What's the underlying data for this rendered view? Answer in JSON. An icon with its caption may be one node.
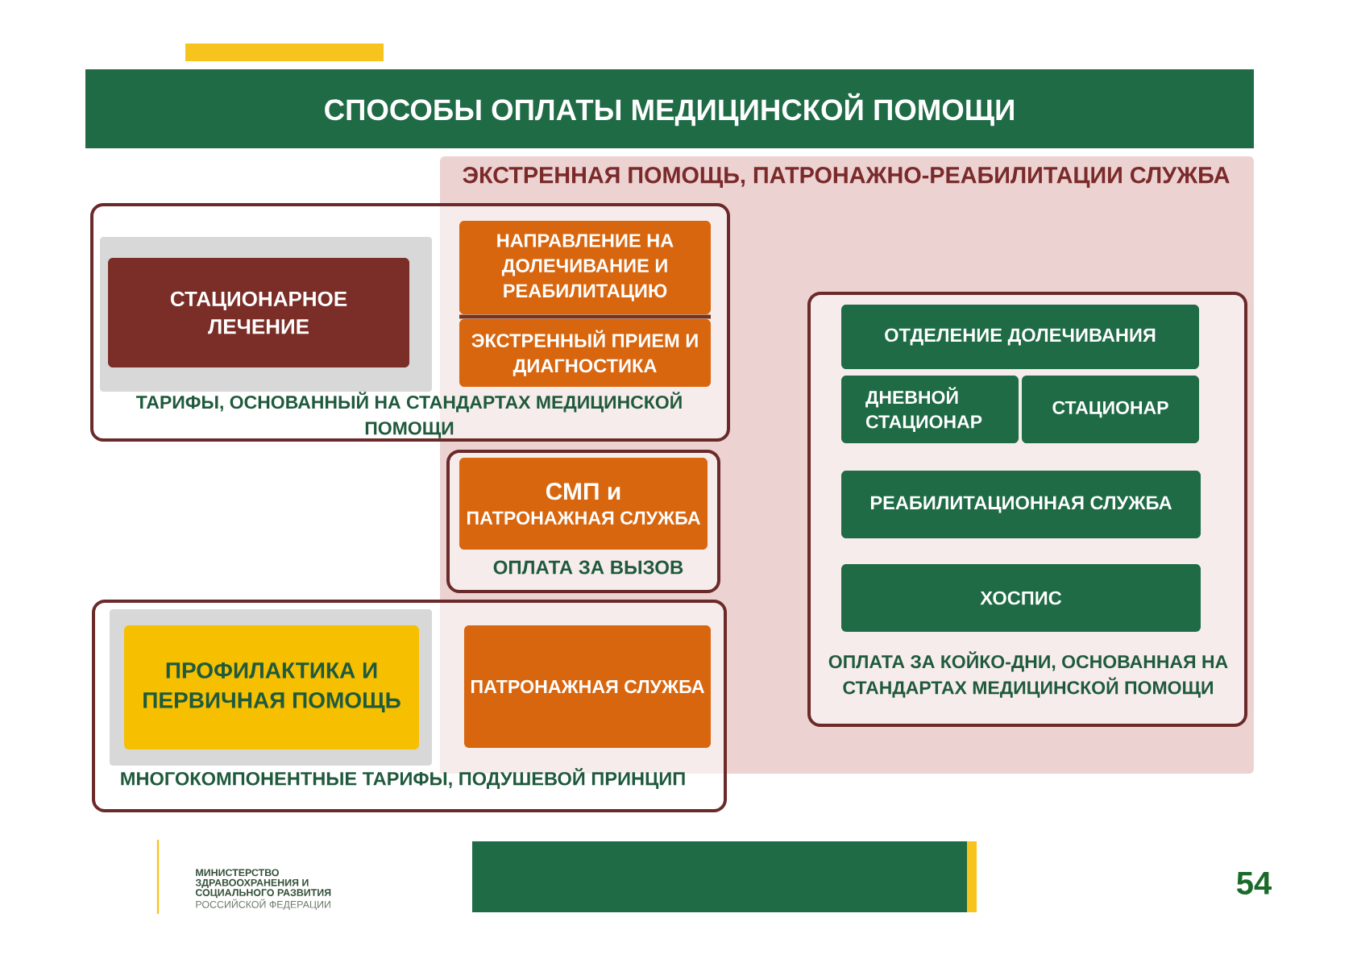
{
  "diagram": {
    "title": "СПОСОБЫ ОПЛАТЫ МЕДИЦИНСКОЙ ПОМОЩИ",
    "nodes": [
      {
        "text": [
          "ЭКСТРЕННАЯ ПОМОЩЬ, ПАТРОНАЖНО-РЕАБИЛИТАЦИИ СЛУЖБА"
        ]
      },
      {
        "text": [
          "ТАРИФЫ, ОСНОВАННЫЙ НА СТАНДАРТАХ МЕДИЦИНСКОЙ ПОМОЩИ"
        ]
      },
      {
        "text": [],
        "shape": "box",
        "in": 1
      },
      {
        "text": [
          "СТАЦИОНАРНОЕ ЛЕЧЕНИЕ"
        ],
        "in": 2
      },
      {
        "text": [
          "НАПРАВЛЕНИЕ НА ДОЛЕЧИВАНИЕ И РЕАБИЛИТАЦИЮ"
        ]
      },
      {
        "text": [
          "ЭКСТРЕННЫЙ ПРИЕМ И ДИАГНОСТИКА"
        ]
      },
      {
        "text": [
          "ОПЛАТА ЗА КОЙКО-ДНИ, ОСНОВАННАЯ НА СТАНДАРТАХ МЕДИЦИНСКОЙ ПОМОЩИ"
        ],
        "in": 0
      },
      {
        "text": [
          "ОТДЕЛЕНИЕ ДОЛЕЧИВАНИЯ"
        ],
        "in": 6
      },
      {
        "text": [
          "ДНЕВНОЙ СТАЦИОНАР"
        ],
        "in": 6
      },
      {
        "text": [
          "СТАЦИОНАР"
        ],
        "in": 6
      },
      {
        "text": [
          "РЕАБИЛИТАЦИОННАЯ СЛУЖБА"
        ],
        "in": 6
      },
      {
        "text": [
          "ХОСПИС"
        ],
        "in": 6
      },
      {
        "text": [
          "ОПЛАТА ЗА ВЫЗОВ"
        ],
        "in": 0
      },
      {
        "text": [
          "СМП и",
          "ПАТРОНАЖНАЯ СЛУЖБА"
        ],
        "in": 12
      },
      {
        "text": [
          "МНОГОКОМПОНЕНТНЫЕ ТАРИФЫ, ПОДУШЕВОЙ ПРИНЦИП"
        ]
      },
      {
        "text": [],
        "shape": "box",
        "in": 14
      },
      {
        "text": [
          "ПРОФИЛАКТИКА И ПЕРВИЧНАЯ ПОМОЩЬ"
        ],
        "in": 15
      },
      {
        "text": [
          "ПАТРОНАЖНАЯ СЛУЖБА"
        ]
      }
    ],
    "labels": [
      "МИНИСТЕРСТВО ЗДРАВООХРАНЕНИЯ И СОЦИАЛЬНОГО РАЗВИТИЯ",
      "РОССИЙСКОЙ ФЕДЕРАЦИИ",
      "54"
    ]
  }
}
